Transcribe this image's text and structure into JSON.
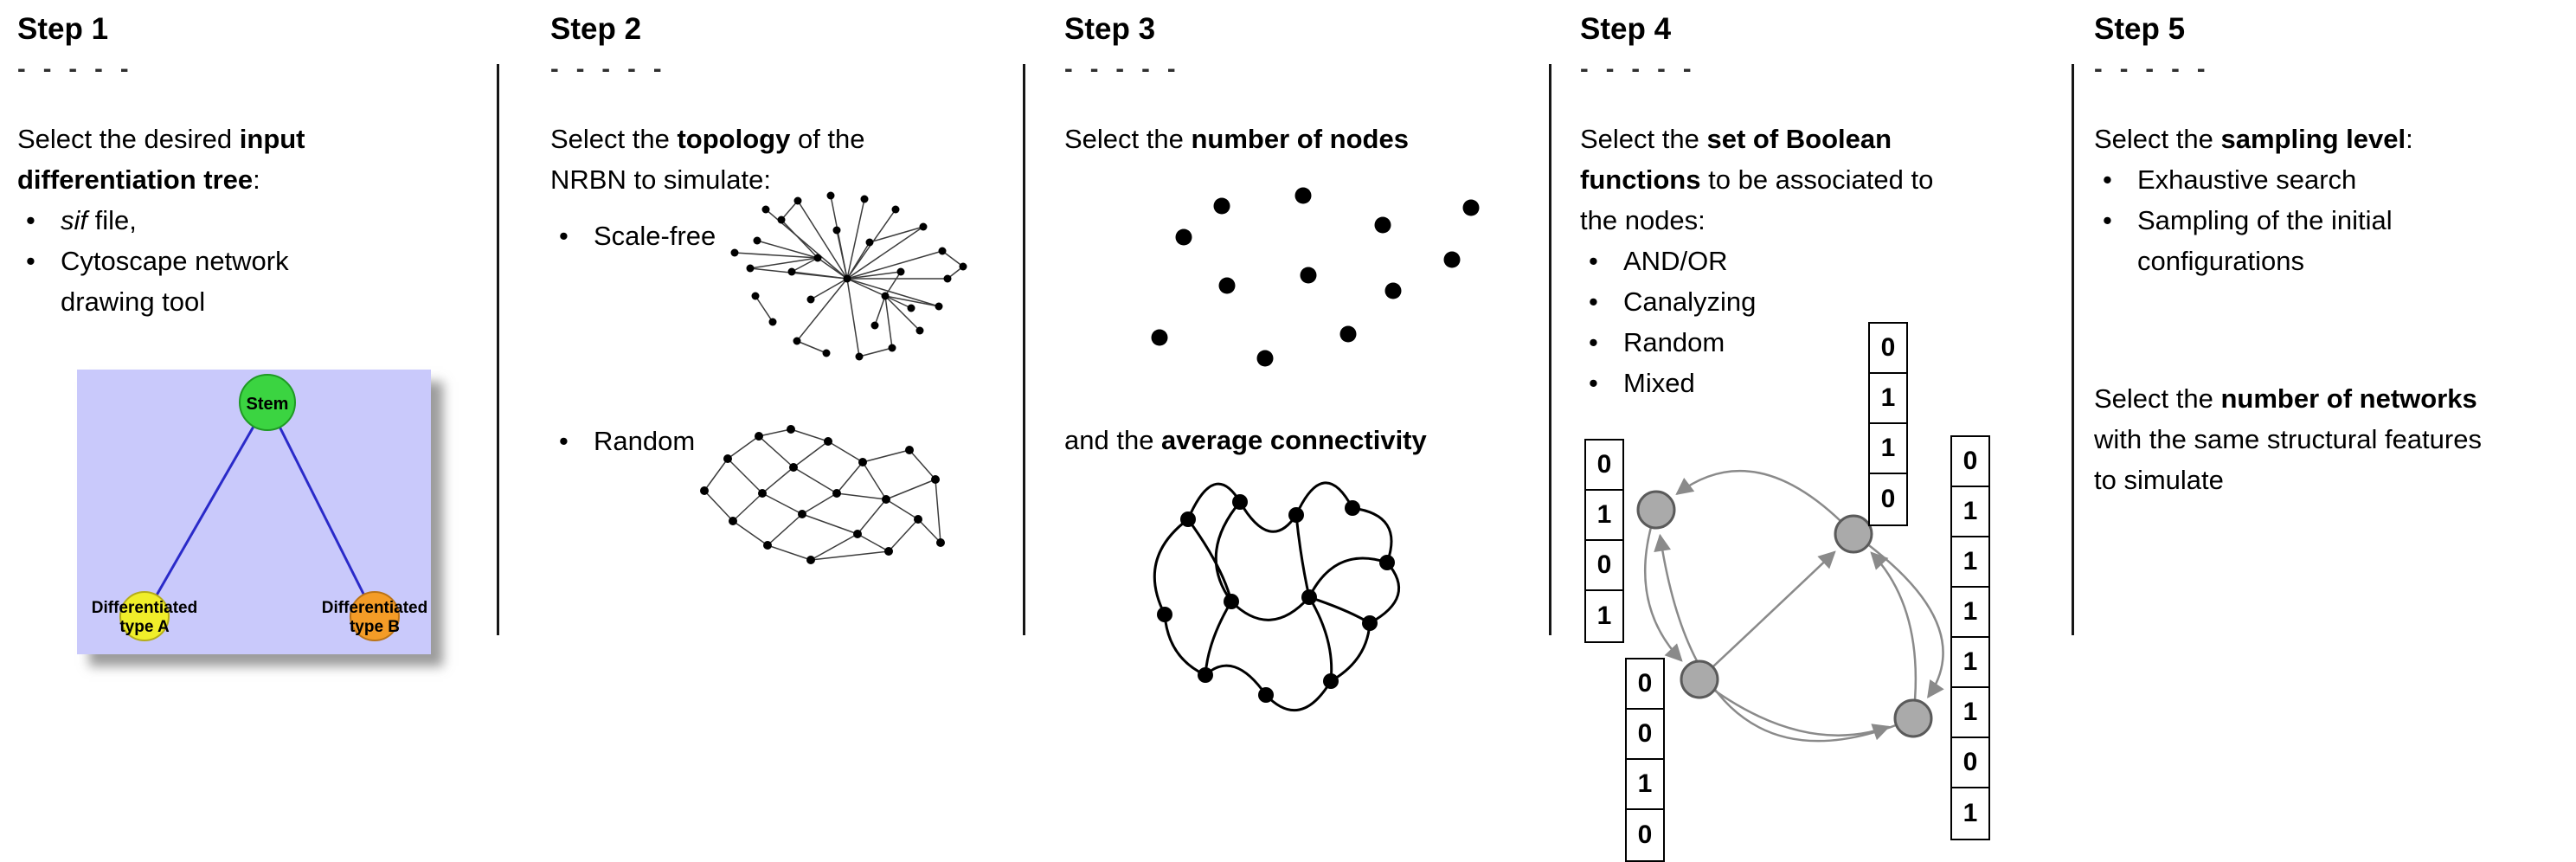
{
  "steps": [
    {
      "title": "Step 1",
      "dashes": "- - - - -",
      "intro": {
        "pre": "Select the desired ",
        "bold": "input differentiation tree",
        "post": ":"
      },
      "bullet1": {
        "italic": "sif",
        "rest": " file,"
      },
      "bullet2": "Cytoscape network drawing tool",
      "tree": {
        "root": "Stem",
        "left1": "Differentiated",
        "left2": "type A",
        "right1": "Differentiated",
        "right2": "type B",
        "colors": {
          "background": "#c9c9fb",
          "root": "#3bd441",
          "left": "#f0ee2a",
          "right": "#f49c27",
          "edge": "#2a2ac9"
        }
      }
    },
    {
      "title": "Step 2",
      "dashes": "- - - - -",
      "intro": {
        "pre": "Select the ",
        "bold": "topology",
        "post": " of the NRBN to simulate:"
      },
      "bullets": [
        "Scale-free",
        "Random"
      ]
    },
    {
      "title": "Step 3",
      "dashes": "- - - - -",
      "line1": {
        "pre": "Select the ",
        "bold": "number of nodes",
        "post": ""
      },
      "line2": {
        "pre": "and the ",
        "bold": "average connectivity",
        "post": ""
      }
    },
    {
      "title": "Step 4",
      "dashes": "- - - - -",
      "intro": {
        "pre": "Select the ",
        "bold": "set of Boolean functions",
        "post": " to be associated to the nodes:"
      },
      "bullets": [
        "AND/OR",
        "Canalyzing",
        "Random",
        "Mixed"
      ],
      "truth_tables": {
        "left_top": [
          "0",
          "1",
          "0",
          "1"
        ],
        "left_bottom": [
          "0",
          "0",
          "1",
          "0"
        ],
        "top": [
          "0",
          "1",
          "1",
          "0"
        ],
        "right": [
          "0",
          "1",
          "1",
          "1",
          "1",
          "1",
          "0",
          "1"
        ]
      }
    },
    {
      "title": "Step 5",
      "dashes": "- - - - -",
      "intro": {
        "pre": "Select the ",
        "bold": "sampling level",
        "post": ":"
      },
      "bullets": [
        "Exhaustive search",
        "Sampling of the initial configurations"
      ],
      "second": {
        "pre": "Select the ",
        "bold": "number of networks",
        "post": " with the same structural features to simulate"
      }
    }
  ]
}
